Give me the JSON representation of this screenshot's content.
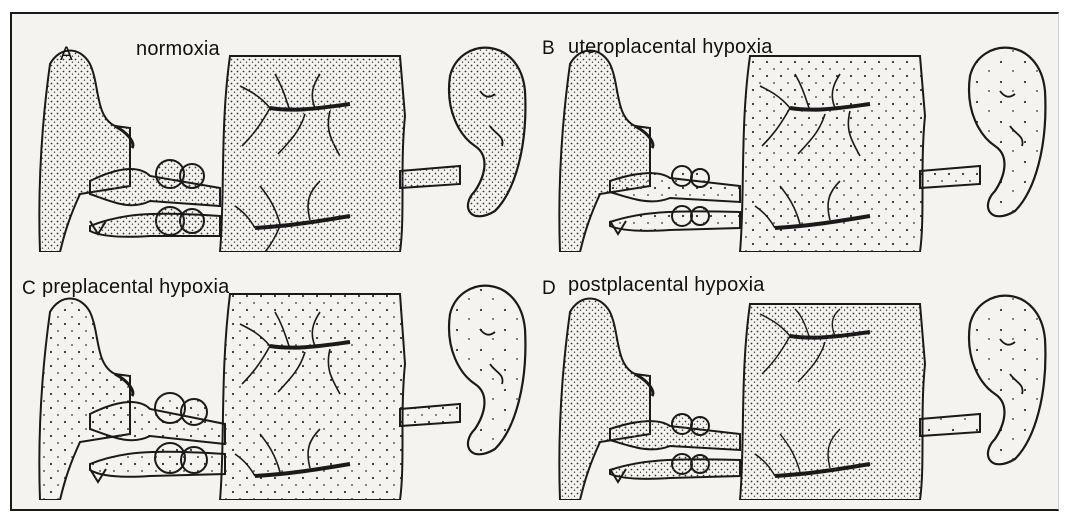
{
  "panels": [
    {
      "letter": "A",
      "title": "normoxia"
    },
    {
      "letter": "B",
      "title": "uteroplacental hypoxia"
    },
    {
      "letter": "C",
      "title": "preplacental hypoxia"
    },
    {
      "letter": "D",
      "title": "postplacental hypoxia"
    }
  ],
  "colors": {
    "ink": "#1a1a1a",
    "paper": "#f4f3ef",
    "border": "#1a1a1a"
  }
}
